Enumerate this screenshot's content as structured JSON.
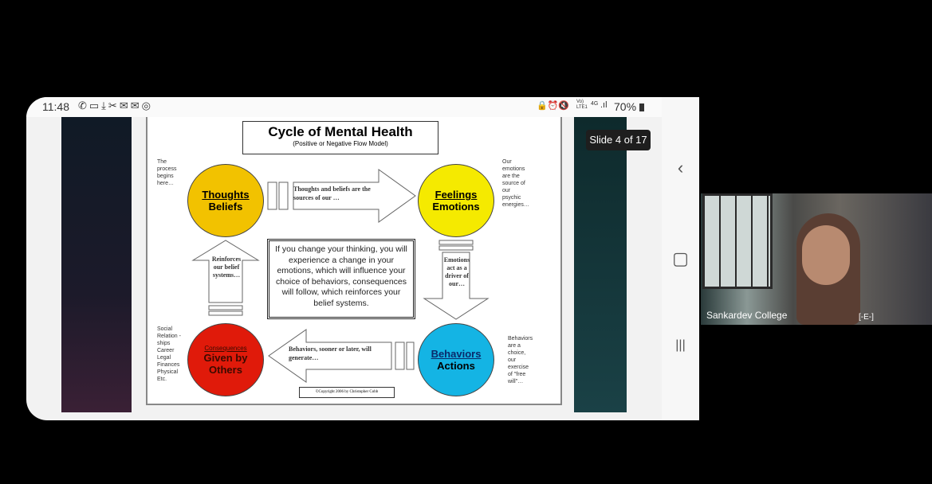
{
  "status_bar": {
    "time": "11:48",
    "icons": [
      "whatsapp-icon",
      "video-icon",
      "download-icon",
      "missed-call-icon",
      "gmail-icon",
      "gmail-icon",
      "circle-icon"
    ],
    "right_icons": [
      "lock-icon",
      "alarm-icon",
      "mute-icon",
      "volte-icon",
      "4g-icon",
      "signal-icon"
    ],
    "network": "Vo) LTE1",
    "network_type": "4G",
    "battery": "70%"
  },
  "slide": {
    "title": "Cycle of Mental Health",
    "subtitle": "(Positive or Negative Flow Model)",
    "thoughts": {
      "line1": "Thoughts",
      "line2": "Beliefs"
    },
    "feelings": {
      "line1": "Feelings",
      "line2": "Emotions"
    },
    "behaviors": {
      "line1": "Behaviors",
      "line2": "Actions"
    },
    "consequences": {
      "line1": "Consequences",
      "line2": "Given by",
      "line3": "Others"
    },
    "arrow_top": "Thoughts and beliefs are the sources of our …",
    "arrow_right": "Emotions act as a driver of our…",
    "arrow_bottom": "Behaviors, sooner or later, will generate…",
    "arrow_left": "Reinforces our belief systems…",
    "center_text": "If you change your thinking, you will experience a change in your emotions, which will influence your choice of behaviors, consequences will follow, which reinforces your belief systems.",
    "note_topleft": "The process begins here…",
    "note_topright": "Our emotions are the source of our psychic energies…",
    "note_bottomleft": "Social Relation -ships Career Legal Finances Physical Etc.",
    "note_bottomright": "Behaviors are a choice, our exercise of \"free will\"…",
    "copyright": "©Copyright 2006 by Christopher Cobb"
  },
  "slide_counter": "Slide 4 of 17",
  "webcam": {
    "name": "Sankardev College",
    "tag": "[-E-]"
  },
  "colors": {
    "thoughts": "#f2c200",
    "feelings": "#f5ea00",
    "behaviors": "#14b4e4",
    "consequences": "#e01a0a"
  }
}
